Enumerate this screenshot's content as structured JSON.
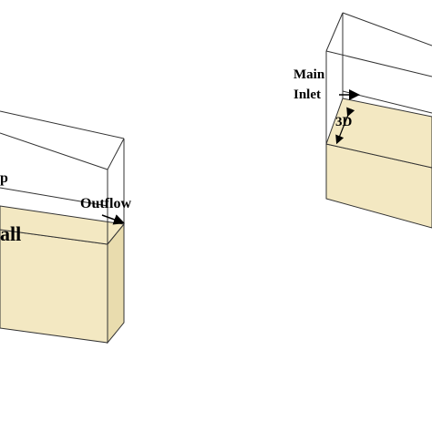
{
  "left_box": {
    "partial_label_top": "p",
    "partial_label_wall": "all",
    "outflow_label": "Outflow"
  },
  "right_box": {
    "main_inlet_line1": "Main",
    "main_inlet_line2": "Inlet",
    "dimension_label": "3D"
  },
  "colors": {
    "solid_fill": "#f3e8c2",
    "solid_side": "#e9dcae",
    "edge": "#333333",
    "background": "#ffffff"
  }
}
